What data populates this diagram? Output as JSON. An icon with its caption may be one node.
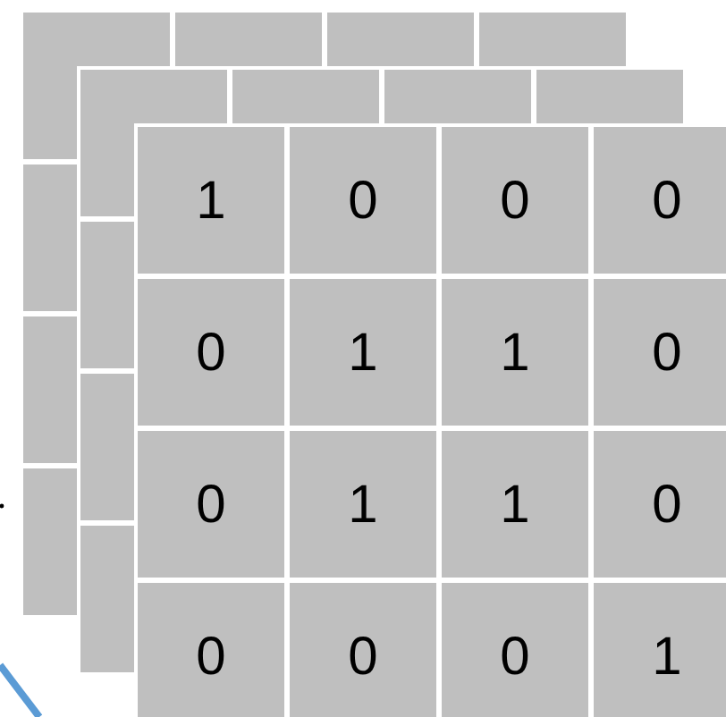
{
  "diagram": {
    "labels": [
      "1",
      "0",
      "0",
      "0",
      "0",
      "1",
      "1",
      "0",
      "0",
      "1",
      "1",
      "0",
      "0",
      "0",
      "0",
      "1"
    ]
  }
}
